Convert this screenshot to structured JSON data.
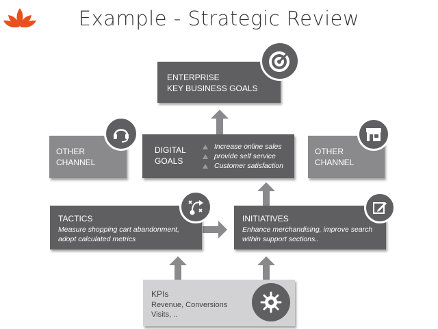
{
  "title": "Example - Strategic Review",
  "logo_icon": "lotus-icon",
  "colors": {
    "logo": "#e8501e",
    "dark_box": "#5f5f62",
    "mid_box": "#8a8a8d",
    "light_box": "#d2d2d4"
  },
  "enterprise": {
    "line1": "ENTERPRISE",
    "line2": "KEY BUSINESS GOALS",
    "icon": "target-icon"
  },
  "other_left": {
    "line1": "OTHER",
    "line2": "CHANNEL",
    "icon": "headset-icon"
  },
  "digital": {
    "line1": "DIGITAL",
    "line2": "GOALS",
    "items": [
      "Increase online sales",
      "provide self service",
      "Customer satisfaction"
    ]
  },
  "other_right": {
    "line1": "OTHER",
    "line2": "CHANNEL",
    "icon": "store-icon"
  },
  "tactics": {
    "heading": "TACTICS",
    "line1": "Measure shopping cart abandonment,",
    "line2": "adopt calculated metrics",
    "icon": "strategy-play-icon"
  },
  "initiatives": {
    "heading": "INITIATIVES",
    "line1": "Enhance merchandising, improve search",
    "line2": "within support sections..",
    "icon": "edit-icon"
  },
  "kpis": {
    "heading": "KPIs",
    "line1": "Revenue, Conversions",
    "line2": "Visits, ..",
    "icon": "gear-icon"
  }
}
